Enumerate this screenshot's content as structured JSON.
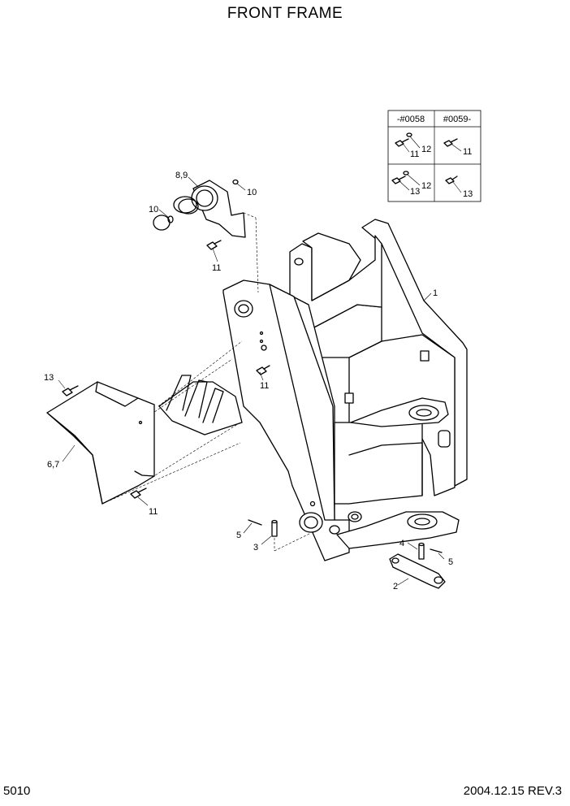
{
  "page": {
    "title": "FRONT FRAME",
    "page_number": "5010",
    "date_rev": "2004.12.15  REV.3"
  },
  "serial_table": {
    "headers": [
      "-#0058",
      "#0059-"
    ],
    "rows": [
      {
        "left": [
          "12",
          "11"
        ],
        "right": [
          "11"
        ]
      },
      {
        "left": [
          "12",
          "13"
        ],
        "right": [
          "13"
        ]
      }
    ]
  },
  "callouts": {
    "c1": "1",
    "c2": "2",
    "c3": "3",
    "c4": "4",
    "c5a": "5",
    "c5b": "5",
    "c67": "6,7",
    "c89": "8,9",
    "c10a": "10",
    "c10b": "10",
    "c11a": "11",
    "c11b": "11",
    "c11c": "11",
    "c13": "13"
  }
}
